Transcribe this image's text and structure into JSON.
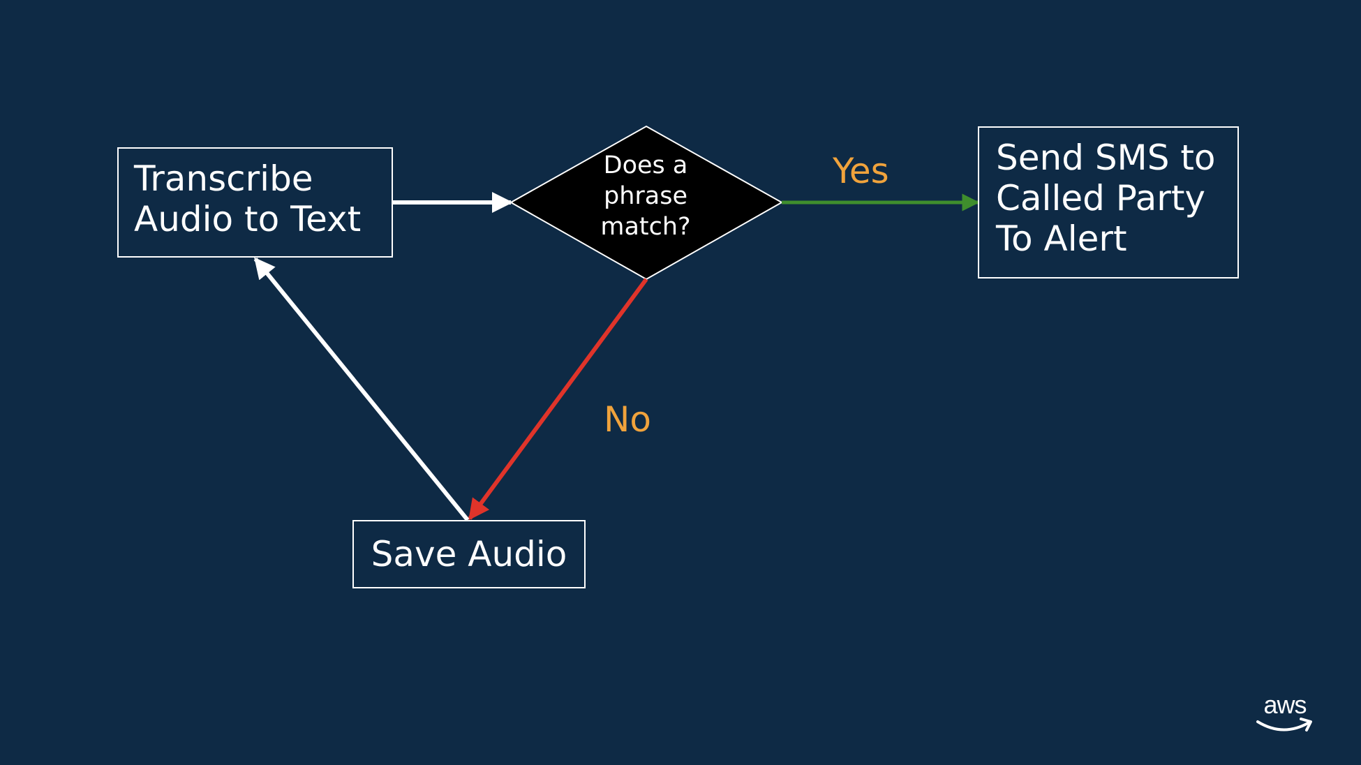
{
  "diagram": {
    "nodes": {
      "transcribe": {
        "lines": [
          "Transcribe",
          "Audio to Text"
        ]
      },
      "decision": {
        "lines": [
          "Does a",
          "phrase",
          "match?"
        ]
      },
      "send_sms": {
        "lines": [
          "Send SMS to",
          "Called Party",
          "To Alert"
        ]
      },
      "save_audio": {
        "lines": [
          "Save Audio"
        ]
      }
    },
    "edges": {
      "yes_label": "Yes",
      "no_label": "No"
    }
  },
  "branding": {
    "logo_text": "aws"
  },
  "colors": {
    "background": "#0e2a45",
    "box_border": "#ffffff",
    "decision_fill": "#000000",
    "yes_arrow": "#3f8e2d",
    "no_arrow": "#e0342a",
    "loop_arrow": "#ffffff",
    "edge_label": "#f0a33c"
  }
}
